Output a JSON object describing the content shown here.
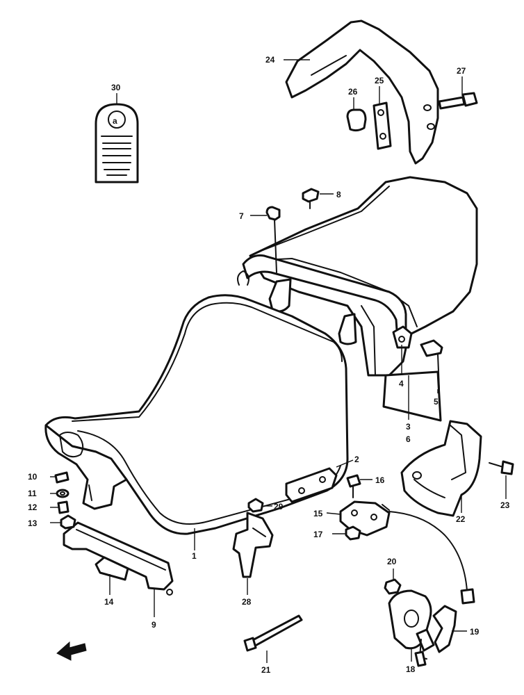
{
  "callouts": [
    {
      "id": "1",
      "label": "1"
    },
    {
      "id": "2",
      "label": "2"
    },
    {
      "id": "3",
      "label": "3"
    },
    {
      "id": "4",
      "label": "4"
    },
    {
      "id": "5",
      "label": "5"
    },
    {
      "id": "6",
      "label": "6"
    },
    {
      "id": "7",
      "label": "7"
    },
    {
      "id": "8",
      "label": "8"
    },
    {
      "id": "9",
      "label": "9"
    },
    {
      "id": "10",
      "label": "10"
    },
    {
      "id": "11",
      "label": "11"
    },
    {
      "id": "12",
      "label": "12"
    },
    {
      "id": "13",
      "label": "13"
    },
    {
      "id": "14",
      "label": "14"
    },
    {
      "id": "15",
      "label": "15"
    },
    {
      "id": "16",
      "label": "16"
    },
    {
      "id": "17",
      "label": "17"
    },
    {
      "id": "18",
      "label": "18"
    },
    {
      "id": "19",
      "label": "19"
    },
    {
      "id": "20",
      "label": "20"
    },
    {
      "id": "21",
      "label": "21"
    },
    {
      "id": "22",
      "label": "22"
    },
    {
      "id": "23",
      "label": "23"
    },
    {
      "id": "24",
      "label": "24"
    },
    {
      "id": "25",
      "label": "25"
    },
    {
      "id": "26",
      "label": "26"
    },
    {
      "id": "27",
      "label": "27"
    },
    {
      "id": "28",
      "label": "28"
    },
    {
      "id": "29",
      "label": "29"
    },
    {
      "id": "30",
      "label": "30"
    }
  ],
  "tag_letter": "a",
  "icons": {
    "direction_arrow": "front-direction-arrow-icon"
  },
  "colors": {
    "line": "#111111",
    "background": "#ffffff"
  }
}
